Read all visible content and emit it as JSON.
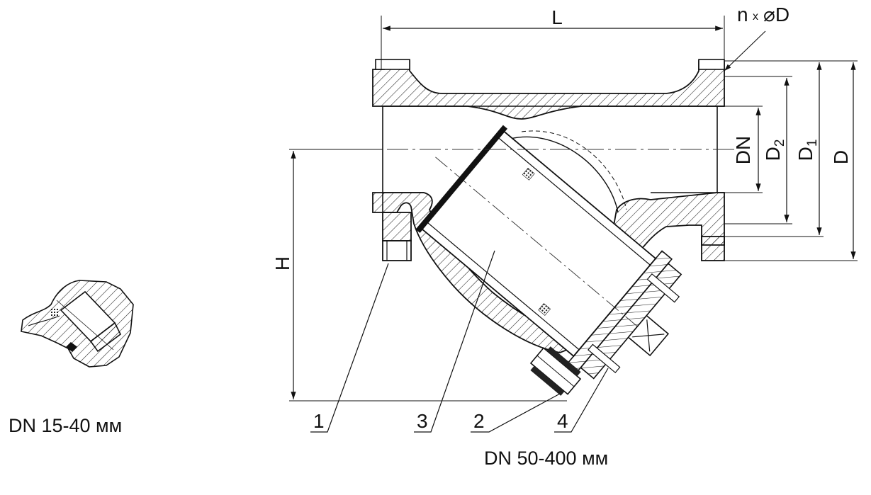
{
  "captions": {
    "small_variant": "DN 15-40 мм",
    "large_variant": "DN 50-400 мм"
  },
  "dimensions": {
    "length": "L",
    "height": "H",
    "bolt_holes": {
      "n": "n",
      "x": "x",
      "dia": "⌀D"
    },
    "nominal": "DN",
    "d2": {
      "base": "D",
      "sub": "2"
    },
    "d1": {
      "base": "D",
      "sub": "1"
    },
    "flange": "D"
  },
  "callouts": [
    "1",
    "3",
    "2",
    "4"
  ],
  "colors": {
    "line": "#111111",
    "hatch": "#222222",
    "centerline": "#333333"
  }
}
